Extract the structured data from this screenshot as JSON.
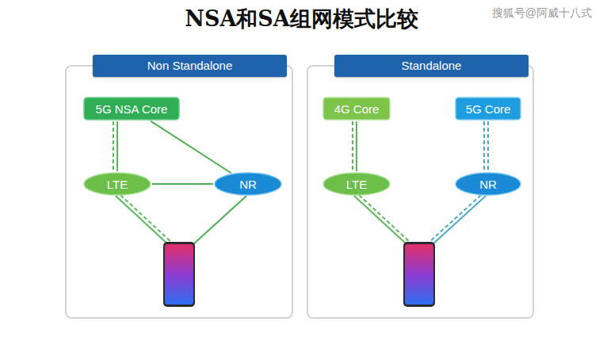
{
  "diagram": {
    "title": "NSA和SA组网模式比较",
    "nodes": [
      {
        "text": [
          "Non Standalone"
        ]
      },
      {
        "text": [
          "5G NSA Core"
        ],
        "in": 0
      },
      {
        "text": [
          "LTE"
        ],
        "in": 0
      },
      {
        "text": [
          "NR"
        ],
        "in": 0
      },
      {
        "text": [
          "Standalone"
        ]
      },
      {
        "text": [
          "4G Core"
        ],
        "in": 4
      },
      {
        "text": [
          "5G Core"
        ],
        "in": 4
      },
      {
        "text": [
          "LTE"
        ],
        "in": 4
      },
      {
        "text": [
          "NR"
        ],
        "in": 4
      }
    ],
    "edges": [
      {
        "from": 1,
        "to": 2,
        "arrow": "none"
      },
      {
        "from": 1,
        "to": 3,
        "arrow": "none"
      },
      {
        "from": 2,
        "to": 3,
        "arrow": "none"
      },
      {
        "from": 5,
        "to": 7,
        "arrow": "none"
      },
      {
        "from": 6,
        "to": 8,
        "arrow": "none"
      }
    ],
    "labels": [
      "搜狐号@阿威十八式"
    ]
  }
}
